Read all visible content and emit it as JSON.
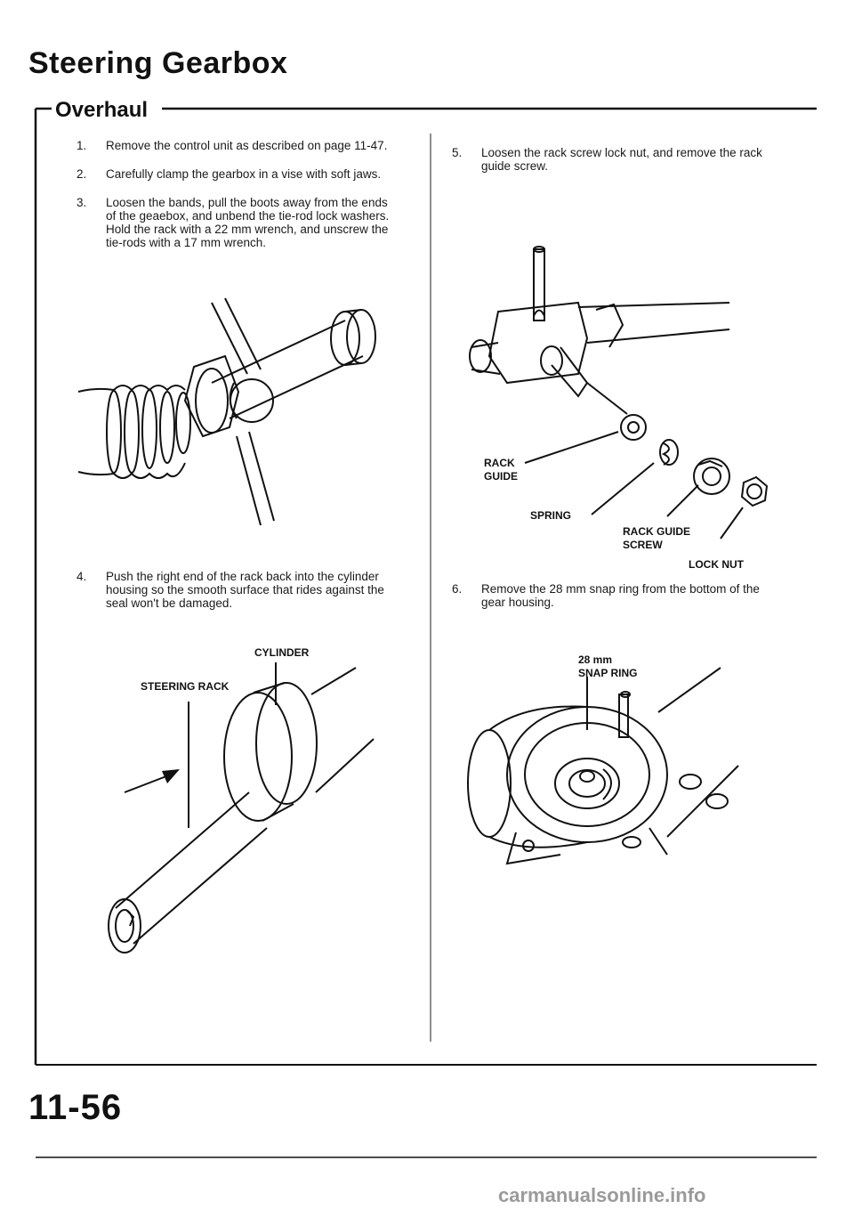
{
  "title": "Steering Gearbox",
  "subtitle": "Overhaul",
  "steps": [
    {
      "num": "1.",
      "text": "Remove the control unit as described on page 11-47."
    },
    {
      "num": "2.",
      "text": "Carefully clamp the gearbox in a vise with soft jaws."
    },
    {
      "num": "3.",
      "lines": [
        "Loosen the bands, pull the boots away from the ends",
        "of the geaebox, and unbend the tie-rod lock washers.",
        "Hold the rack with a 22 mm wrench, and unscrew the",
        "tie-rods with a 17 mm wrench."
      ]
    },
    {
      "num": "4.",
      "lines": [
        "Push the right end of the rack back into the cylinder",
        "housing so the smooth surface that rides against the",
        "seal won't be damaged."
      ]
    },
    {
      "num": "5.",
      "lines": [
        "Loosen the rack screw lock nut, and remove the rack",
        "guide screw."
      ]
    },
    {
      "num": "6.",
      "lines": [
        "Remove the 28 mm snap ring from the bottom of the",
        "gear housing."
      ]
    }
  ],
  "figure_labels": {
    "cylinder": "CYLINDER",
    "steering_rack": "STEERING RACK",
    "rack_guide": [
      "RACK",
      "GUIDE"
    ],
    "spring": "SPRING",
    "rack_guide_screw": [
      "RACK GUIDE",
      "SCREW"
    ],
    "lock_nut": "LOCK NUT",
    "snap_ring": [
      "28 mm",
      "SNAP RING"
    ]
  },
  "page_number": "11-56",
  "watermark": "carmanualsonline.info"
}
